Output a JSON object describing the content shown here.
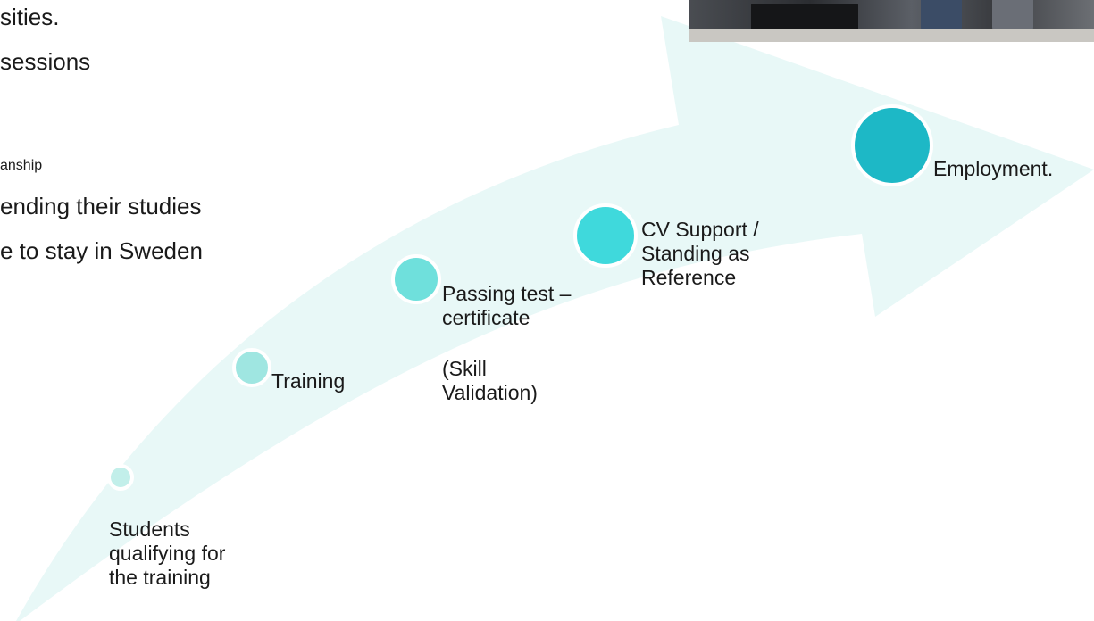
{
  "background_text": [
    "sities.",
    "sessions",
    "anship",
    "ending their studies",
    "e to stay in Sweden"
  ],
  "photo": {
    "alt": ""
  },
  "colors": {
    "arrow": "#e8f8f7",
    "node_1": "#c2efea",
    "node_2": "#9fe6e1",
    "node_3": "#6fe0dc",
    "node_4": "#3fd9dc",
    "node_5": "#1db8c6",
    "text": "#1a1a1a"
  },
  "steps": [
    {
      "lines": [
        "Students",
        "qualifying for",
        "the training"
      ]
    },
    {
      "lines": [
        "Training"
      ]
    },
    {
      "lines": [
        "Passing test –",
        "certificate"
      ],
      "note_lines": [
        "(Skill",
        "Validation)"
      ]
    },
    {
      "lines": [
        "CV Support /",
        "Standing as",
        "Reference"
      ]
    },
    {
      "lines": [
        "Employment."
      ]
    }
  ]
}
